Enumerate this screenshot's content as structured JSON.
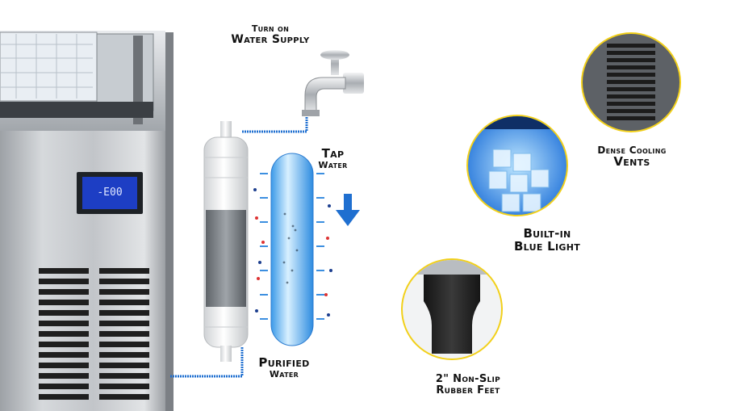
{
  "labels": {
    "turn_on": "Turn on",
    "water_supply": "Water Supply",
    "tap": "Tap",
    "water_tap": "Water",
    "purified": "Purified",
    "water_purified": "Water",
    "dense_cooling": "Dense Cooling",
    "vents": "Vents",
    "built_in": "Built-in",
    "blue_light": "Blue Light",
    "non_slip": "2\" Non-Slip",
    "rubber_feet": "Rubber Feet"
  },
  "display": {
    "digits": "-E00"
  },
  "colors": {
    "accent_blue": "#1f6fd0",
    "badge_ring": "#f2d01a",
    "steel": "#b9bdc1",
    "dark_vent": "#1c1c1c"
  }
}
